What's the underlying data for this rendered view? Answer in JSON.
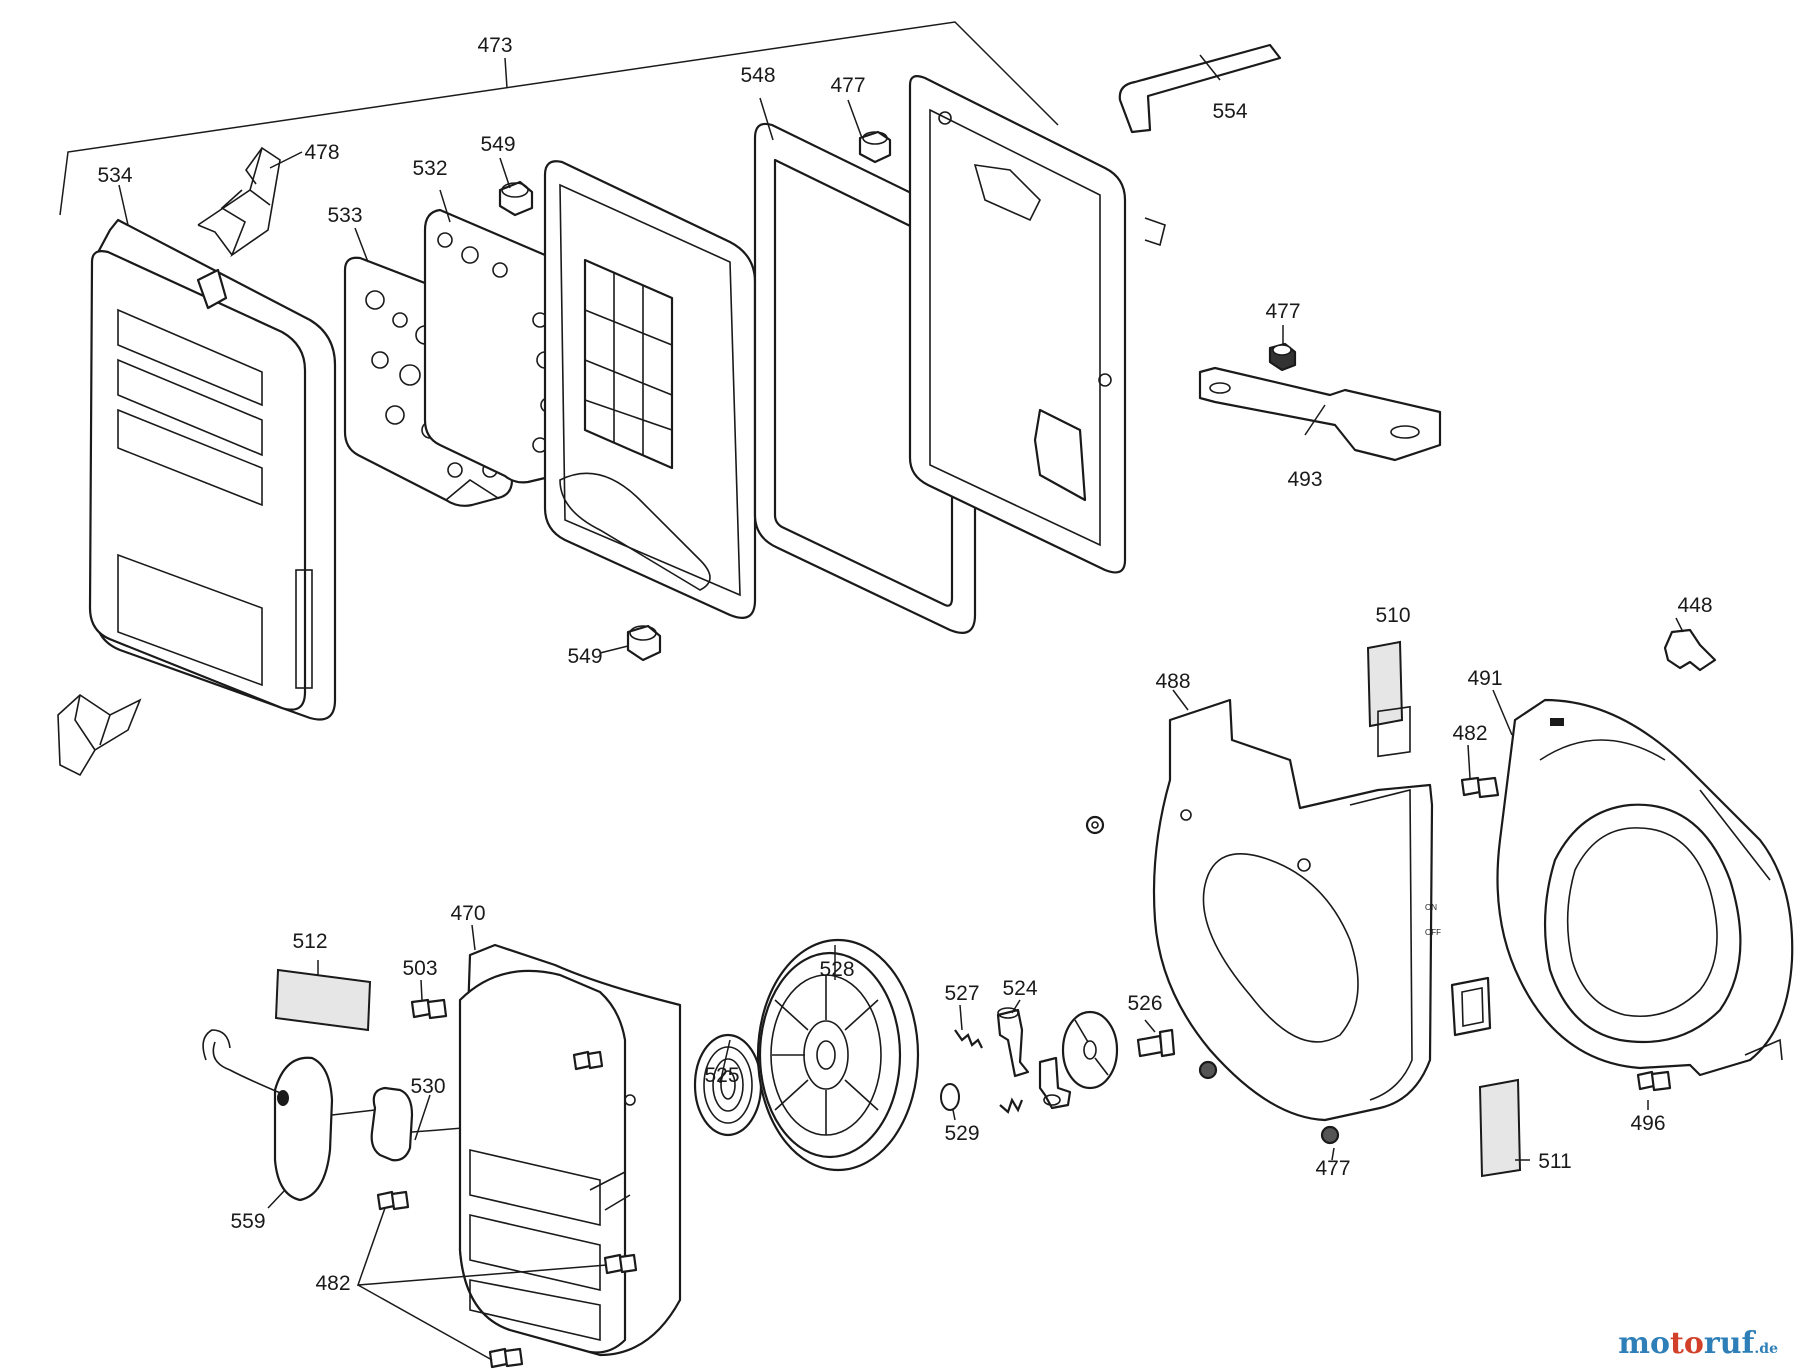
{
  "labels": {
    "p473": "473",
    "p534": "534",
    "p478": "478",
    "p533": "533",
    "p532": "532",
    "p549a": "549",
    "p549b": "549",
    "p548": "548",
    "p477a": "477",
    "p554": "554",
    "p477b": "477",
    "p493": "493",
    "p510": "510",
    "p448": "448",
    "p488": "488",
    "p491": "491",
    "p482a": "482",
    "p470": "470",
    "p512": "512",
    "p503": "503",
    "p528": "528",
    "p527": "527",
    "p524": "524",
    "p526": "526",
    "p525": "525",
    "p530": "530",
    "p529": "529",
    "p559": "559",
    "p477c": "477",
    "p496": "496",
    "p511": "511",
    "p482b": "482"
  },
  "switch_text": {
    "on": "ON",
    "off": "OFF"
  },
  "watermark": {
    "part1": "mo",
    "part2": "to",
    "part3": "ruf",
    "tld": ".de"
  },
  "colors": {
    "line": "#1a1a1a",
    "brand_blue": "#2e7fb8",
    "brand_red": "#d2402a"
  }
}
